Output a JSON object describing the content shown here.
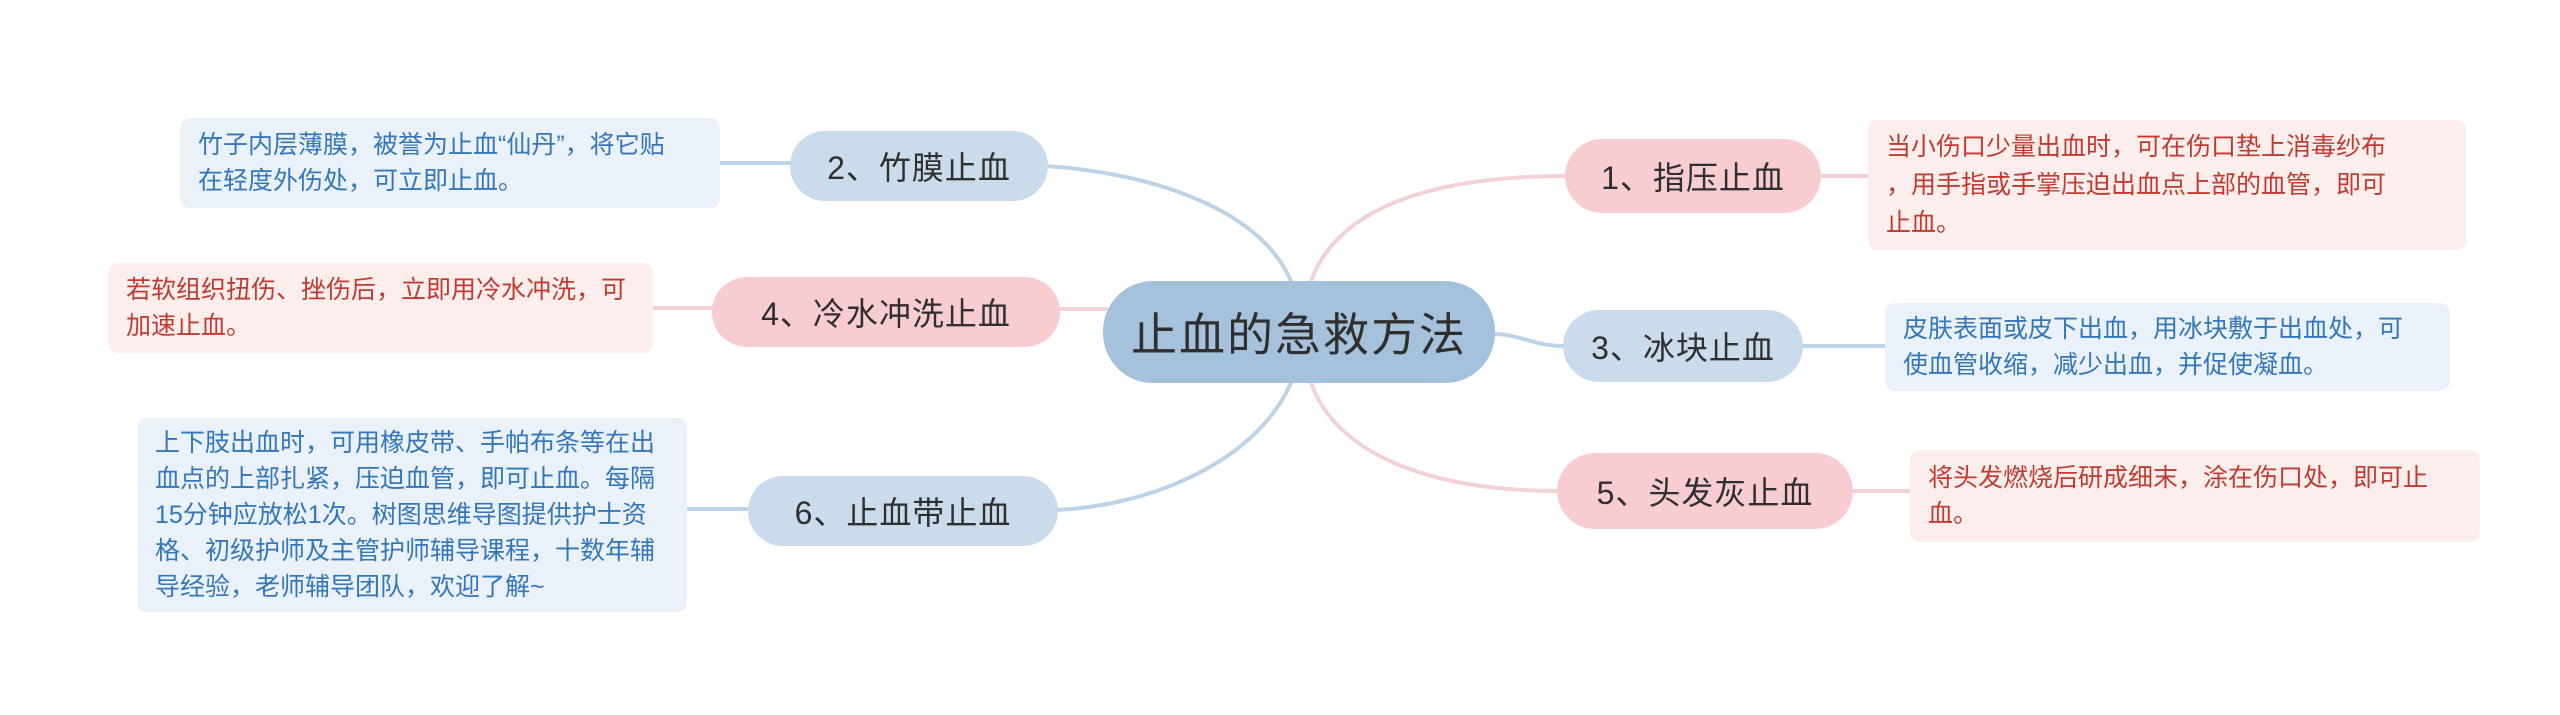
{
  "diagram": {
    "type": "mindmap",
    "center": {
      "label": "止血的急救方法"
    },
    "colors": {
      "center_fill": "#a6c1db",
      "blue_pill": "#cadcec",
      "pink_pill": "#f8cdd1",
      "blue_note_bg": "#ebf1f8",
      "pink_note_bg": "#fceeed",
      "blue_text": "#3377bb",
      "red_text": "#c13b30",
      "blue_line": "#bdd3e6",
      "pink_line": "#f3d2d6",
      "node_text": "#2f2f2f"
    },
    "branches": {
      "b1": {
        "label": "1、指压止血",
        "color": "pink",
        "side": "right",
        "note": "当小伤口少量出血时，可在伤口垫上消毒纱布\n，用手指或手掌压迫出血点上部的血管，即可\n止血。"
      },
      "b2": {
        "label": "2、竹膜止血",
        "color": "blue",
        "side": "left",
        "note": "竹子内层薄膜，被誉为止血“仙丹”，将它贴\n在轻度外伤处，可立即止血。"
      },
      "b3": {
        "label": "3、冰块止血",
        "color": "blue",
        "side": "right",
        "note": "皮肤表面或皮下出血，用冰块敷于出血处，可\n使血管收缩，减少出血，并促使凝血。"
      },
      "b4": {
        "label": "4、冷水冲洗止血",
        "color": "pink",
        "side": "left",
        "note": "若软组织扭伤、挫伤后，立即用冷水冲洗，可\n加速止血。"
      },
      "b5": {
        "label": "5、头发灰止血",
        "color": "pink",
        "side": "right",
        "note": "将头发燃烧后研成细末，涂在伤口处，即可止\n血。"
      },
      "b6": {
        "label": "6、止血带止血",
        "color": "blue",
        "side": "left",
        "note": "上下肢出血时，可用橡皮带、手帕布条等在出\n血点的上部扎紧，压迫血管，即可止血。每隔\n15分钟应放松1次。树图思维导图提供护士资\n格、初级护师及主管护师辅导课程，十数年辅\n导经验，老师辅导团队，欢迎了解~"
      }
    }
  }
}
